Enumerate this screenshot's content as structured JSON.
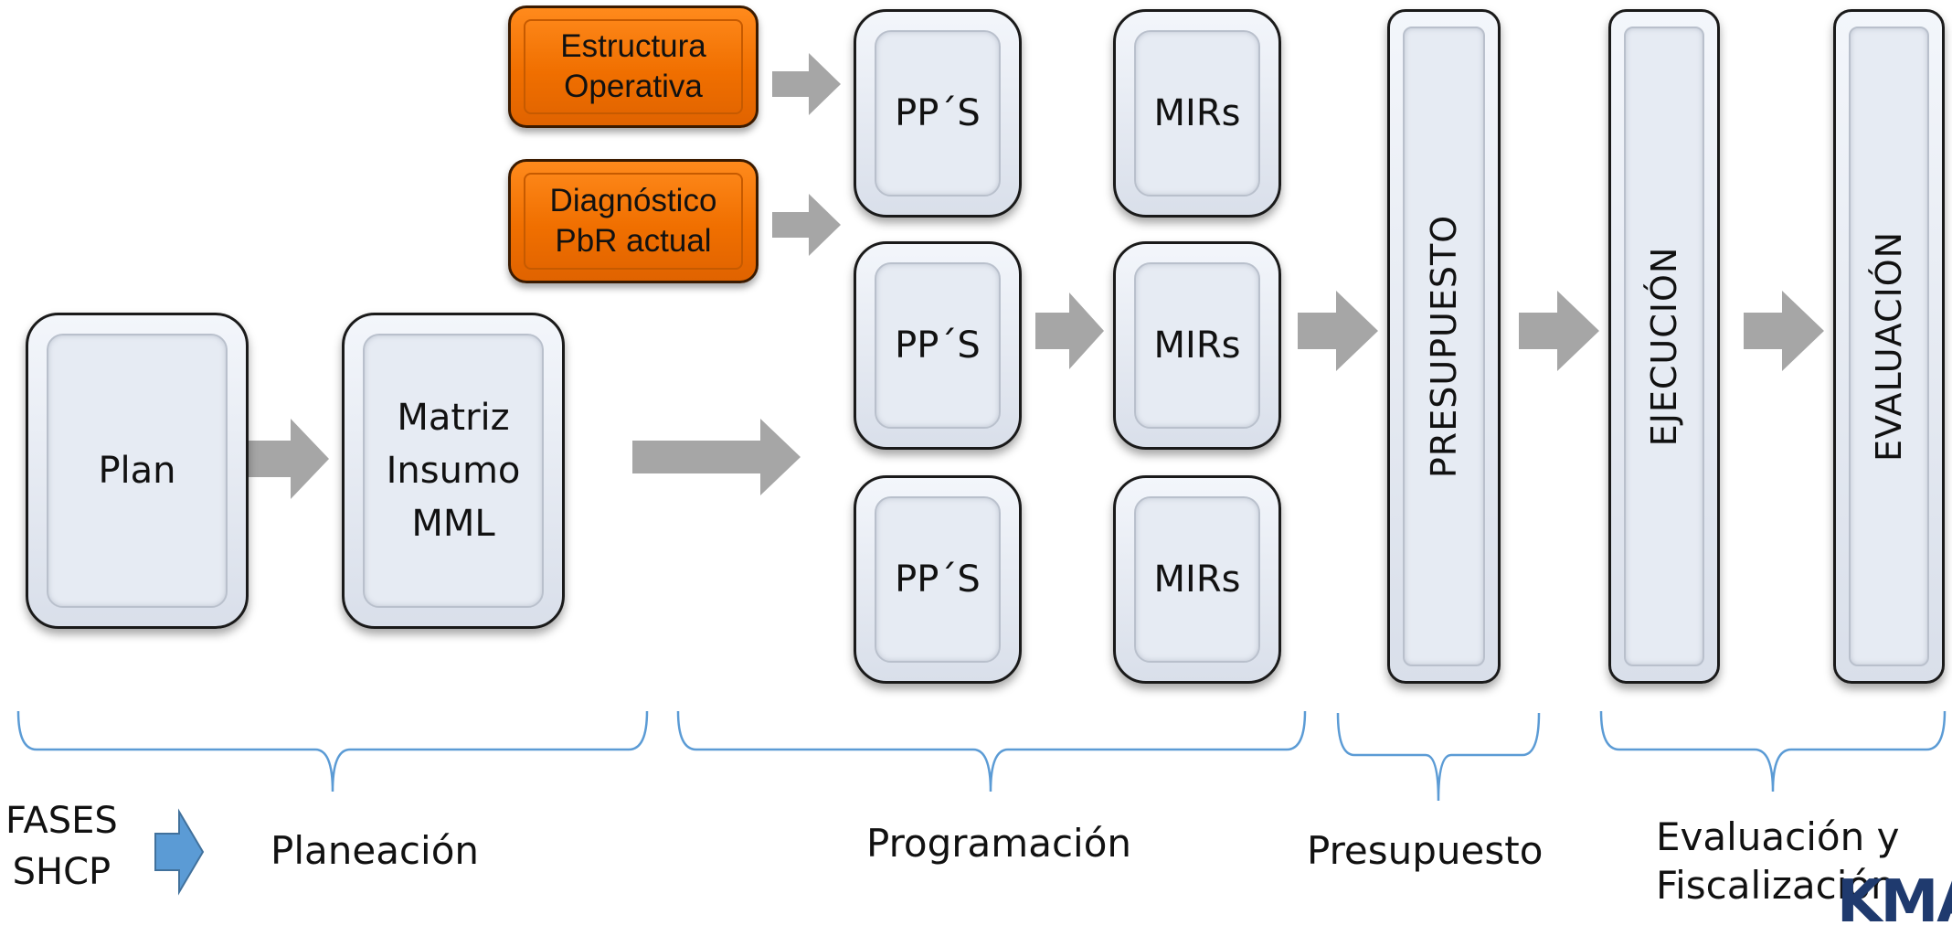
{
  "orange_boxes": {
    "estructura": "Estructura\nOperativa",
    "diagnostico": "Diagnóstico\nPbR actual"
  },
  "boxes": {
    "plan": "Plan",
    "matriz": "Matriz\nInsumo\nMML",
    "pps_1": "PP´S",
    "pps_2": "PP´S",
    "pps_3": "PP´S",
    "mirs_1": "MIRs",
    "mirs_2": "MIRs",
    "mirs_3": "MIRs"
  },
  "columns": {
    "presupuesto": "PRESUPUESTO",
    "ejecucion": "EJECUCIÓN",
    "evaluacion": "EVALUACIÓN"
  },
  "phases": {
    "planeacion": "Planeación",
    "programacion": "Programación",
    "presupuesto": "Presupuesto",
    "evaluacion_line1": "Evaluación y",
    "evaluacion_line2": "Fiscalización"
  },
  "fases_label": {
    "line1": "FASES",
    "line2": "SHCP"
  },
  "colors": {
    "orange": "#f07000",
    "arrow_gray": "#a6a6a6",
    "bracket_blue": "#5b9bd5",
    "fases_arrow_blue": "#5b9bd5"
  }
}
